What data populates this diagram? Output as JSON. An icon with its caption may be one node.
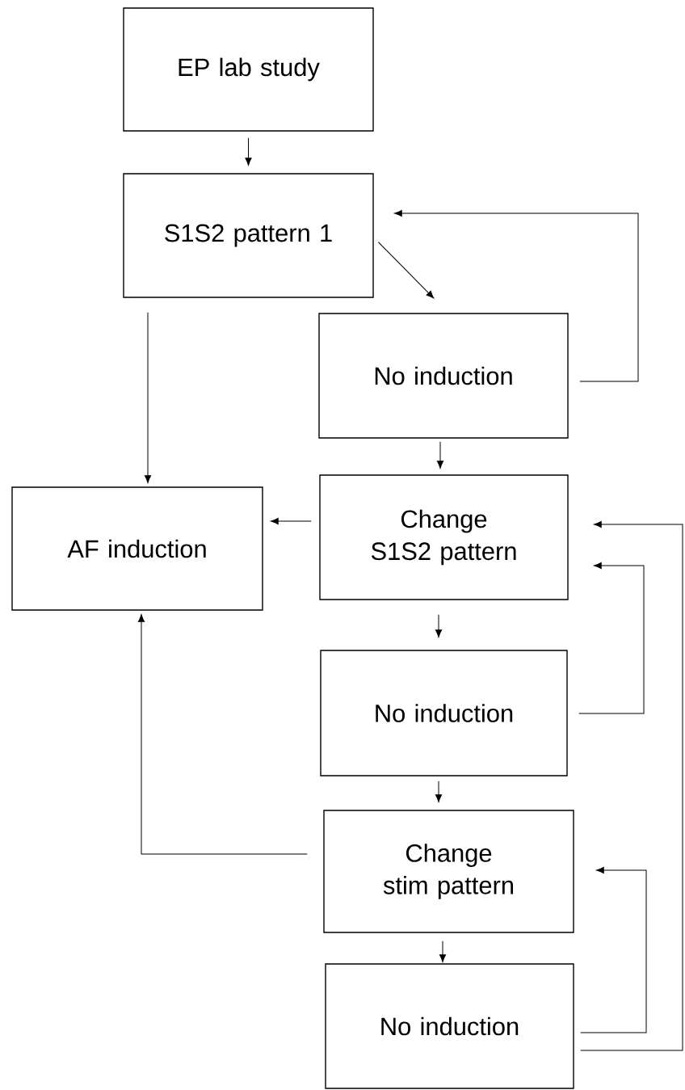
{
  "diagram": {
    "nodes": [
      {
        "text": [
          "EP lab study"
        ]
      },
      {
        "text": [
          "S1S2 pattern 1"
        ]
      },
      {
        "text": [
          "AF induction"
        ]
      },
      {
        "text": [
          "No induction"
        ]
      },
      {
        "text": [
          "Change S1S2 pattern"
        ]
      },
      {
        "text": [
          "No induction"
        ]
      },
      {
        "text": [
          "Change stim pattern"
        ]
      },
      {
        "text": [
          "No induction"
        ]
      }
    ],
    "edges": [
      {
        "from": 0,
        "to": 1,
        "arrow": "to"
      },
      {
        "from": 1,
        "to": 3,
        "arrow": "to"
      },
      {
        "from": 3,
        "to": 1,
        "arrow": "to"
      },
      {
        "from": 1,
        "to": 2,
        "arrow": "to"
      },
      {
        "from": 3,
        "to": 4,
        "arrow": "to"
      },
      {
        "from": 4,
        "to": 2,
        "arrow": "to"
      },
      {
        "from": 4,
        "to": 5,
        "arrow": "to"
      },
      {
        "from": 5,
        "to": 4,
        "arrow": "to"
      },
      {
        "from": 5,
        "to": 6,
        "arrow": "to"
      },
      {
        "from": 6,
        "to": 2,
        "arrow": "to"
      },
      {
        "from": 6,
        "to": 7,
        "arrow": "to"
      },
      {
        "from": 7,
        "to": 6,
        "arrow": "to"
      },
      {
        "from": 7,
        "to": 4,
        "arrow": "to"
      }
    ]
  }
}
